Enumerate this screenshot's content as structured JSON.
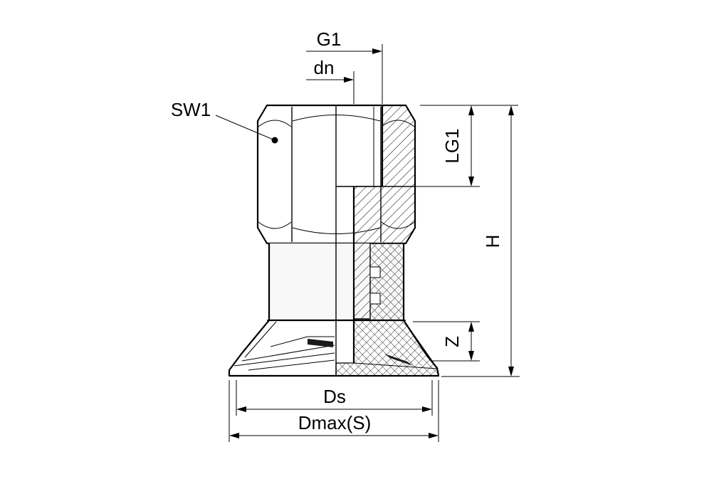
{
  "drawing": {
    "labels": {
      "g1": "G1",
      "dn": "dn",
      "sw1": "SW1",
      "lg1": "LG1",
      "h": "H",
      "z": "Z",
      "ds": "Ds",
      "dmax_s": "Dmax(S)"
    },
    "colors": {
      "line": "#000000",
      "background": "#ffffff",
      "body_fill": "#f6f6f6"
    }
  }
}
